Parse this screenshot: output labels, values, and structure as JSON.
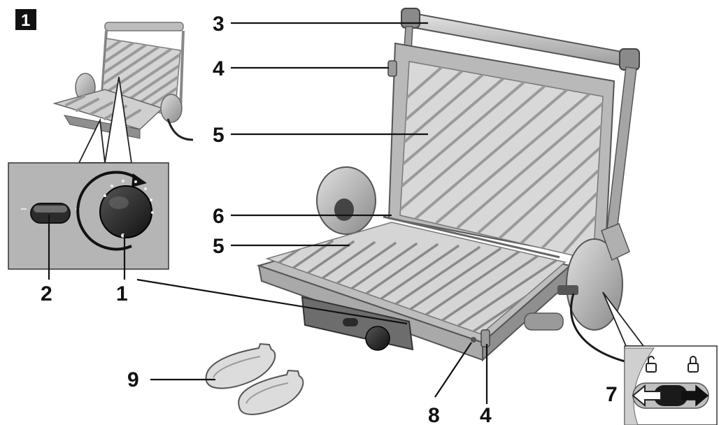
{
  "figure": {
    "badge": "1"
  },
  "callouts": [
    {
      "id": "c3",
      "label": "3"
    },
    {
      "id": "c4a",
      "label": "4"
    },
    {
      "id": "c5a",
      "label": "5"
    },
    {
      "id": "c6",
      "label": "6"
    },
    {
      "id": "c5b",
      "label": "5"
    },
    {
      "id": "c2",
      "label": "2"
    },
    {
      "id": "c1",
      "label": "1"
    },
    {
      "id": "c9",
      "label": "9"
    },
    {
      "id": "c8",
      "label": "8"
    },
    {
      "id": "c4b",
      "label": "4"
    },
    {
      "id": "c7",
      "label": "7"
    }
  ],
  "colors": {
    "steel": "#c8c8c8",
    "steel_dark": "#8c8c8c",
    "plate": "#d6d6d6",
    "panel": "#b4b4b4",
    "black": "#1a1a1a"
  }
}
